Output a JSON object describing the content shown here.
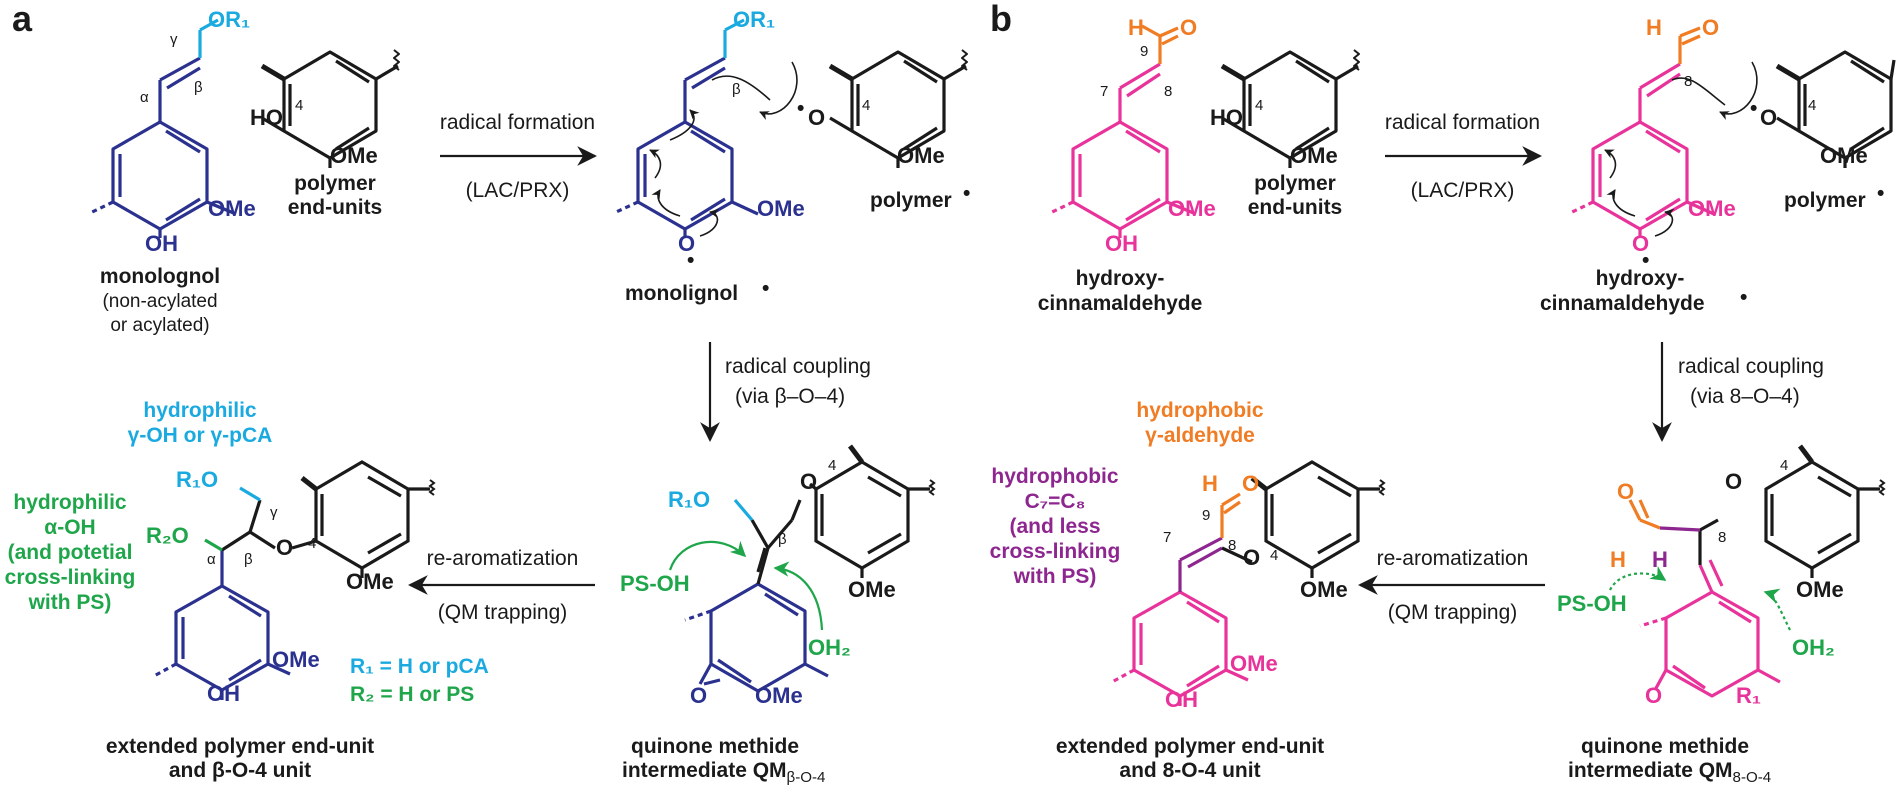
{
  "panels": {
    "a": "a",
    "b": "b"
  },
  "atoms": {
    "OR1": "OR₁",
    "OR1_b": "OR₁",
    "HO": "HO",
    "HO_b": "HO",
    "OMe": "OMe",
    "OH": "OH",
    "O": "O",
    "H": "H",
    "R1O": "R₁O",
    "R2O": "R₂O",
    "PS_OH": "PS-OH",
    "OH2": "OH₂",
    "R1": "R₁",
    "C9": "9",
    "C8": "8",
    "C7": "7",
    "C4": "4",
    "alpha": "α",
    "beta": "β",
    "gamma": "γ"
  },
  "labels": {
    "monolognol": "monolognol",
    "non_acylated": "(non-acylated",
    "or_acylated": "or acylated)",
    "polymer": "polymer",
    "end_units": "end-units",
    "polymer_radical": "polymer",
    "monolignol_radical": "monolignol",
    "hydroxy": "hydroxy-",
    "cinnamaldehyde": "cinnamaldehyde",
    "ext_1": "extended polymer end-unit",
    "ext_2a": "and β-O-4 unit",
    "ext_2b": "and 8-O-4 unit",
    "qm_1": "quinone methide",
    "qm_2": "intermediate QM",
    "qm_sub_a": "β-O-4",
    "qm_sub_b": "8-O-4",
    "radical_dot": "•"
  },
  "arrows": {
    "radical_formation": "radical formation",
    "lac_prx": "(LAC/PRX)",
    "radical_coupling": "radical coupling",
    "via_beta": "(via β–O–4)",
    "via_8": "(via 8–O–4)",
    "rearomatization": "re-aromatization",
    "qm_trapping": "(QM trapping)"
  },
  "annotations": {
    "hydrophilic_1": "hydrophilic",
    "hydrophilic_2": "γ-OH or γ-pCA",
    "alpha_1": "hydrophilic",
    "alpha_2": "α-OH",
    "alpha_3": "(and potetial",
    "alpha_4": "cross-linking",
    "alpha_5": "with PS)",
    "r1_def": "R₁ = H or pCA",
    "r2_def": "R₂ = H or PS",
    "hydrophobic_1": "hydrophobic",
    "hydrophobic_2": "γ-aldehyde",
    "c7c8_1": "hydrophobic",
    "c7c8_2": "C₇=C₈",
    "c7c8_3": "(and less",
    "c7c8_4": "cross-linking",
    "c7c8_5": "with PS)"
  },
  "colors": {
    "monolignol": "#2B318F",
    "gamma_group": "#1AAAE0",
    "ps_group": "#1FA64B",
    "aldehyde_ring": "#E8339A",
    "aldehyde_group": "#F07C24",
    "c7c8": "#8E2690",
    "black": "#1a1a1a"
  }
}
